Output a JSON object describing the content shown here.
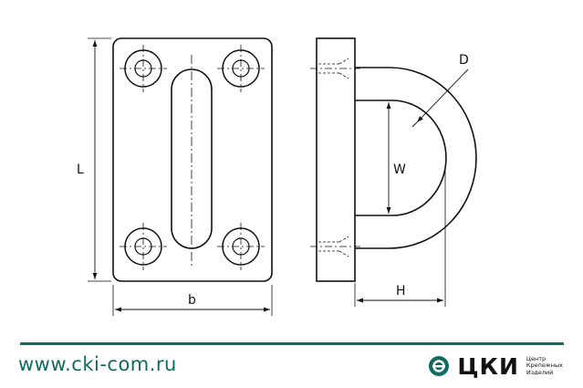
{
  "drawing": {
    "dimensions": {
      "length": "L",
      "width_base": "b",
      "inner_width": "W",
      "height": "H",
      "diameter": "D"
    }
  },
  "footer": {
    "url": "www.cki-com.ru",
    "brand_name": "ЦКИ",
    "brand_tagline": [
      "Центр",
      "Крепежных",
      "Изделий"
    ],
    "brand_icon": "ring-icon",
    "accent_color": "#0e6b60"
  }
}
